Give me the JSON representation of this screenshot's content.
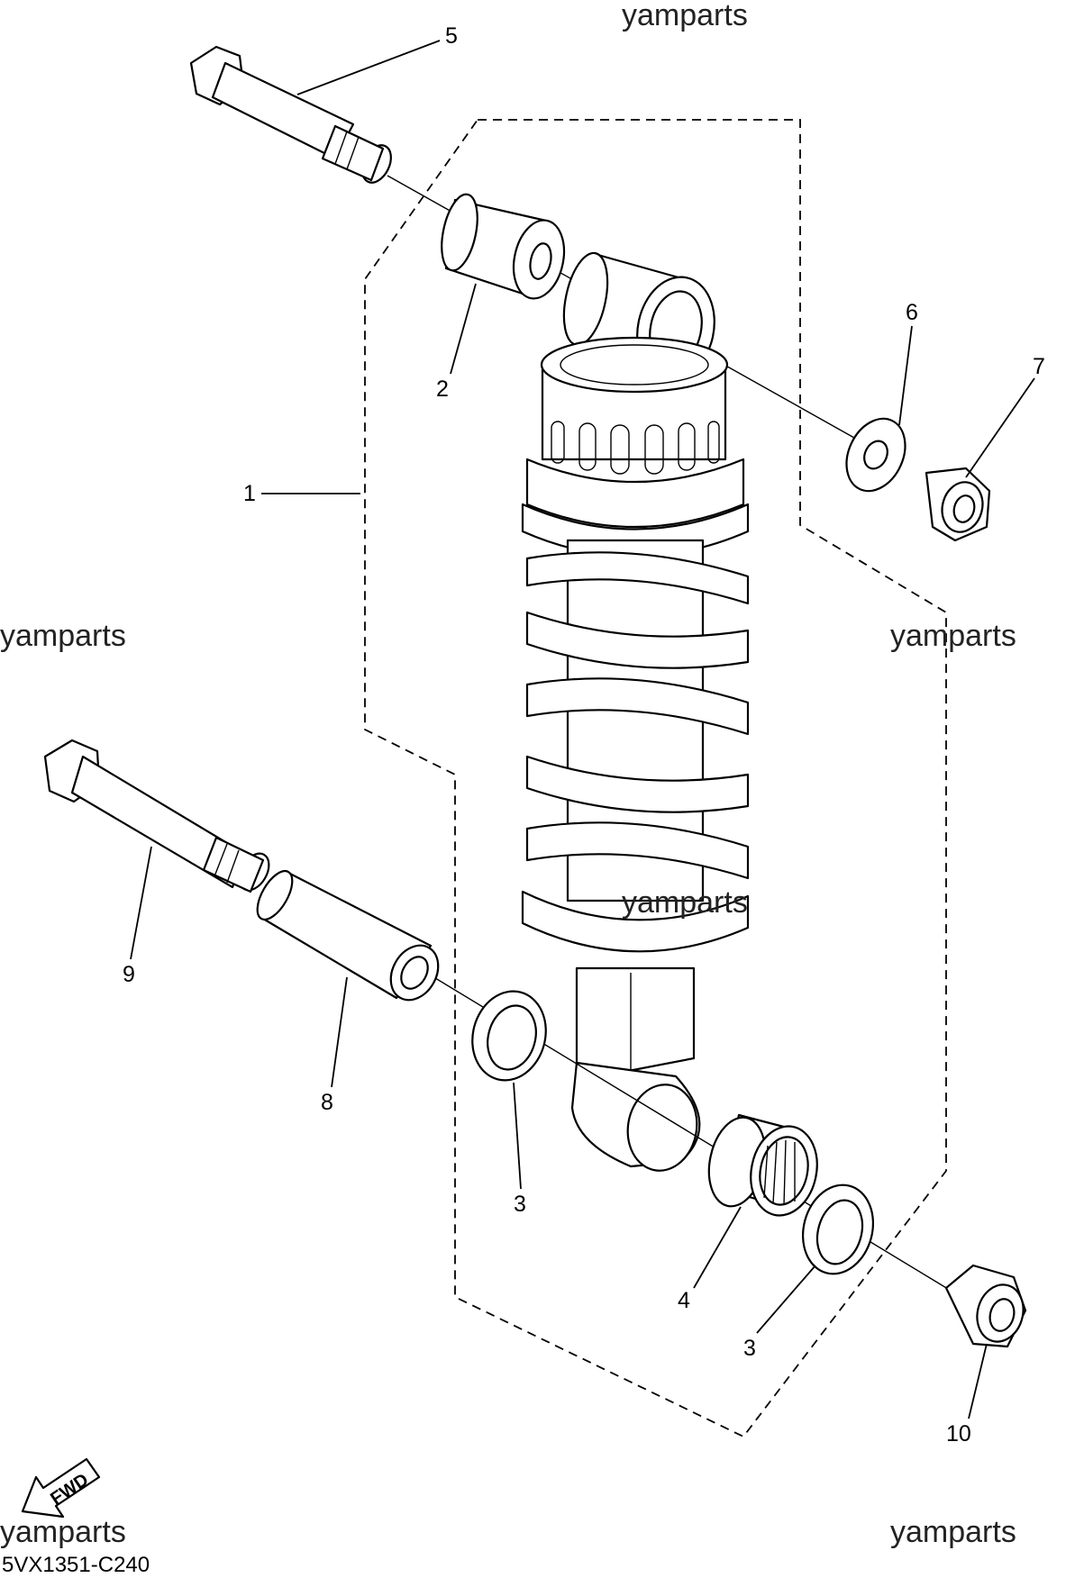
{
  "diagram": {
    "watermarks": [
      "yamparts",
      "yamparts",
      "yamparts",
      "yamparts",
      "yamparts",
      "yamparts"
    ],
    "drawing_code": "5VX1351-C240",
    "fwd_label": "FWD",
    "callouts": [
      {
        "number": "1"
      },
      {
        "number": "2"
      },
      {
        "number": "3"
      },
      {
        "number": "3"
      },
      {
        "number": "4"
      },
      {
        "number": "5"
      },
      {
        "number": "6"
      },
      {
        "number": "7"
      },
      {
        "number": "8"
      },
      {
        "number": "9"
      },
      {
        "number": "10"
      }
    ]
  }
}
